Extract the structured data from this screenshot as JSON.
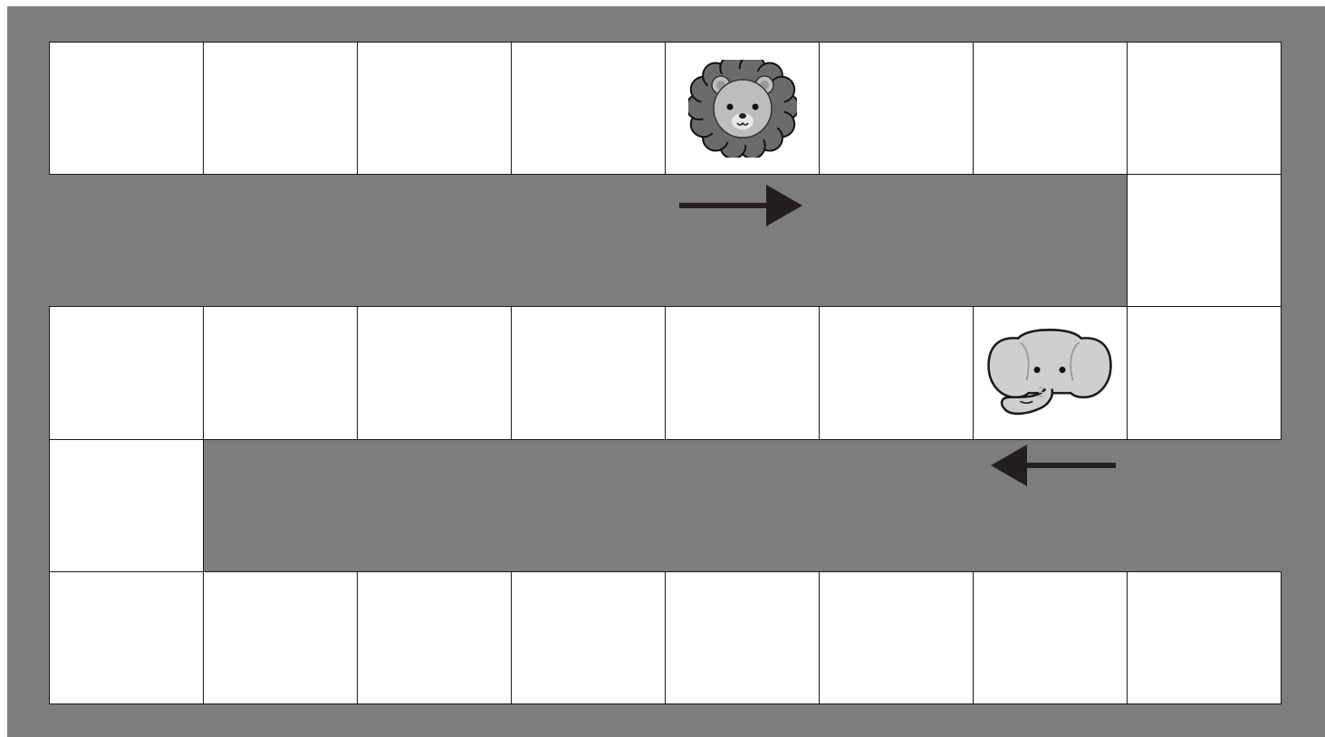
{
  "game": {
    "type": "board-path",
    "rows": 5,
    "columns": 8,
    "colors": {
      "board_background": "#7d7d7e",
      "cell_fill": "#ffffff",
      "cell_border": "#1a1a1a",
      "arrow": "#231f20",
      "lion_mane": "#6b6b6b",
      "lion_face": "#bdbdbd",
      "elephant_head": "#cfcfcf"
    },
    "path_cells": [
      {
        "row": 1,
        "col": 1
      },
      {
        "row": 1,
        "col": 2
      },
      {
        "row": 1,
        "col": 3
      },
      {
        "row": 1,
        "col": 4
      },
      {
        "row": 1,
        "col": 5
      },
      {
        "row": 1,
        "col": 6
      },
      {
        "row": 1,
        "col": 7
      },
      {
        "row": 1,
        "col": 8
      },
      {
        "row": 2,
        "col": 8
      },
      {
        "row": 3,
        "col": 1
      },
      {
        "row": 3,
        "col": 2
      },
      {
        "row": 3,
        "col": 3
      },
      {
        "row": 3,
        "col": 4
      },
      {
        "row": 3,
        "col": 5
      },
      {
        "row": 3,
        "col": 6
      },
      {
        "row": 3,
        "col": 7
      },
      {
        "row": 3,
        "col": 8
      },
      {
        "row": 4,
        "col": 1
      },
      {
        "row": 5,
        "col": 1
      },
      {
        "row": 5,
        "col": 2
      },
      {
        "row": 5,
        "col": 3
      },
      {
        "row": 5,
        "col": 4
      },
      {
        "row": 5,
        "col": 5
      },
      {
        "row": 5,
        "col": 6
      },
      {
        "row": 5,
        "col": 7
      },
      {
        "row": 5,
        "col": 8
      }
    ],
    "pieces": [
      {
        "name": "lion",
        "icon": "lion-face-icon",
        "row": 1,
        "col": 5
      },
      {
        "name": "elephant",
        "icon": "elephant-face-icon",
        "row": 3,
        "col": 7
      }
    ],
    "arrows": [
      {
        "icon": "arrow-right-icon",
        "direction": "right",
        "between_rows": [
          1,
          3
        ],
        "col": 5
      },
      {
        "icon": "arrow-left-icon",
        "direction": "left",
        "between_rows": [
          3,
          5
        ],
        "col": 7
      }
    ]
  }
}
